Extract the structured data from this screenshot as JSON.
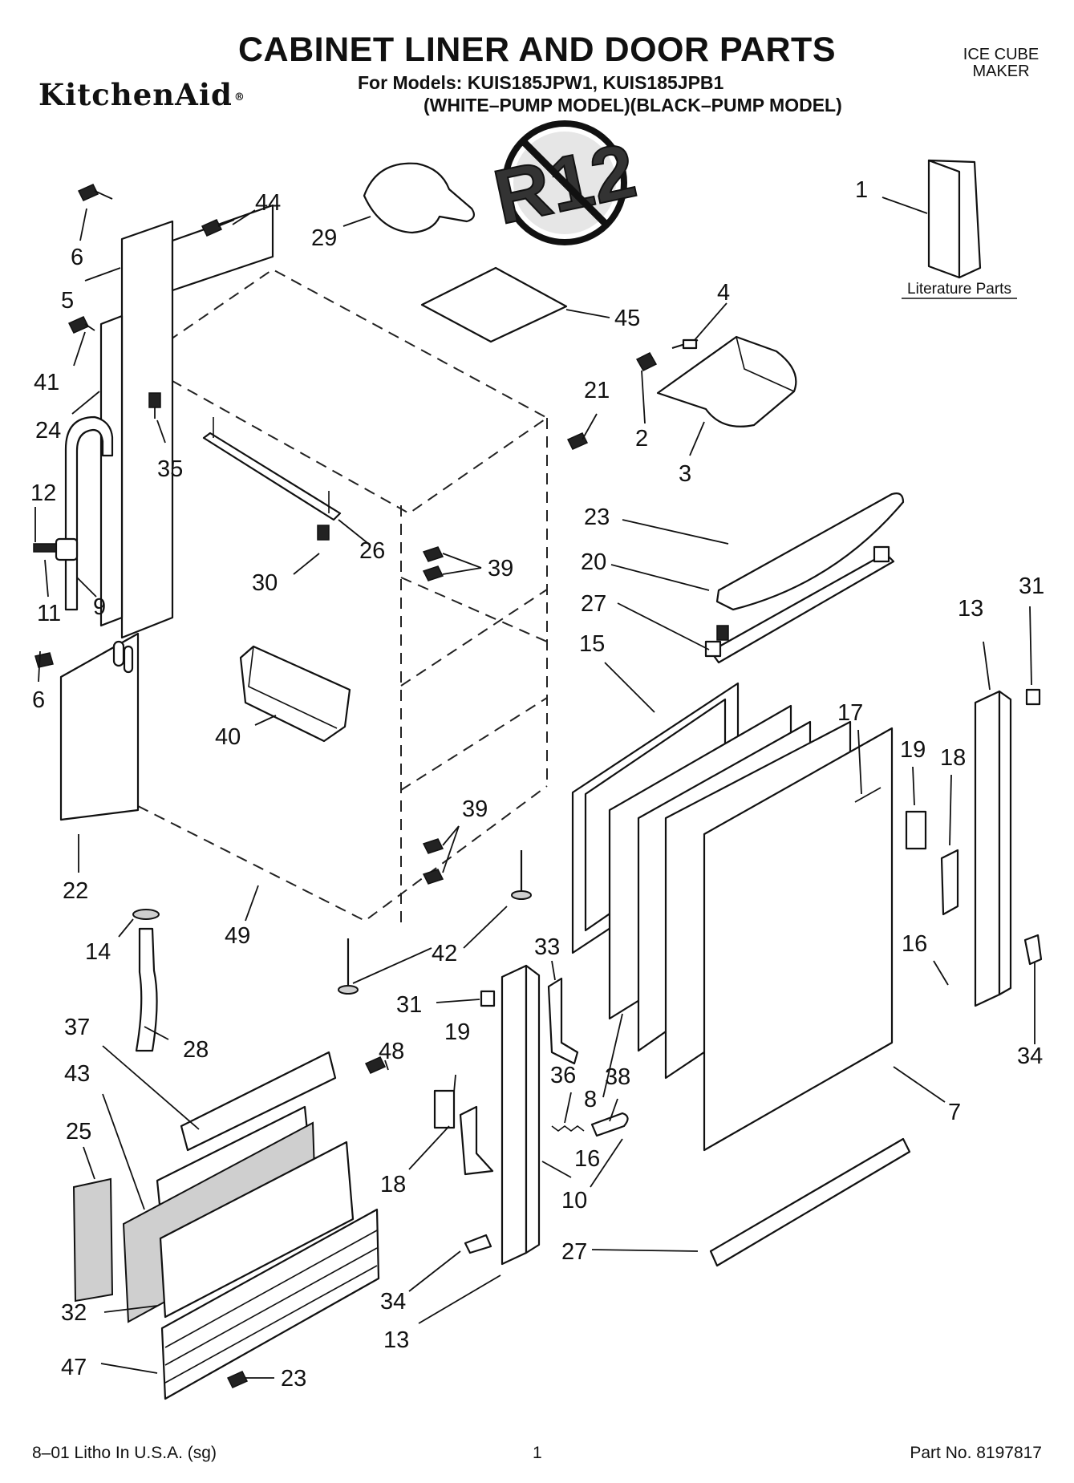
{
  "header": {
    "title": "CABINET LINER AND DOOR PARTS",
    "brand": "KitchenAid",
    "models_line": "For Models: KUIS185JPW1, KUIS185JPB1",
    "variants_line": "(WHITE–PUMP MODEL)(BLACK–PUMP MODEL)",
    "product_type": [
      "ICE CUBE",
      "MAKER"
    ]
  },
  "seal_text": "R12",
  "literature_label": "Literature Parts",
  "part_labels": [
    {
      "id": "p1",
      "text": "1"
    },
    {
      "id": "p44",
      "text": "44"
    },
    {
      "id": "p6a",
      "text": "6"
    },
    {
      "id": "p29",
      "text": "29"
    },
    {
      "id": "p5",
      "text": "5"
    },
    {
      "id": "p45",
      "text": "45"
    },
    {
      "id": "p4",
      "text": "4"
    },
    {
      "id": "p41",
      "text": "41"
    },
    {
      "id": "p21",
      "text": "21"
    },
    {
      "id": "p2",
      "text": "2"
    },
    {
      "id": "p24",
      "text": "24"
    },
    {
      "id": "p35",
      "text": "35"
    },
    {
      "id": "p3",
      "text": "3"
    },
    {
      "id": "p12",
      "text": "12"
    },
    {
      "id": "p23a",
      "text": "23"
    },
    {
      "id": "p26",
      "text": "26"
    },
    {
      "id": "p20",
      "text": "20"
    },
    {
      "id": "p30",
      "text": "30"
    },
    {
      "id": "p39a",
      "text": "39"
    },
    {
      "id": "p11",
      "text": "11"
    },
    {
      "id": "p9",
      "text": "9"
    },
    {
      "id": "p27a",
      "text": "27"
    },
    {
      "id": "p13a",
      "text": "13"
    },
    {
      "id": "p31a",
      "text": "31"
    },
    {
      "id": "p15",
      "text": "15"
    },
    {
      "id": "p6b",
      "text": "6"
    },
    {
      "id": "p40",
      "text": "40"
    },
    {
      "id": "p17",
      "text": "17"
    },
    {
      "id": "p19a",
      "text": "19"
    },
    {
      "id": "p18a",
      "text": "18"
    },
    {
      "id": "p39b",
      "text": "39"
    },
    {
      "id": "p22",
      "text": "22"
    },
    {
      "id": "p14",
      "text": "14"
    },
    {
      "id": "p49",
      "text": "49"
    },
    {
      "id": "p42",
      "text": "42"
    },
    {
      "id": "p16a",
      "text": "16"
    },
    {
      "id": "p33",
      "text": "33"
    },
    {
      "id": "p31b",
      "text": "31"
    },
    {
      "id": "p37",
      "text": "37"
    },
    {
      "id": "p28",
      "text": "28"
    },
    {
      "id": "p19b",
      "text": "19"
    },
    {
      "id": "p43",
      "text": "43"
    },
    {
      "id": "p48",
      "text": "48"
    },
    {
      "id": "p34a",
      "text": "34"
    },
    {
      "id": "p36",
      "text": "36"
    },
    {
      "id": "p8",
      "text": "8"
    },
    {
      "id": "p38",
      "text": "38"
    },
    {
      "id": "p7",
      "text": "7"
    },
    {
      "id": "p25",
      "text": "25"
    },
    {
      "id": "p18b",
      "text": "18"
    },
    {
      "id": "p16b",
      "text": "16"
    },
    {
      "id": "p10",
      "text": "10"
    },
    {
      "id": "p27b",
      "text": "27"
    },
    {
      "id": "p32",
      "text": "32"
    },
    {
      "id": "p34b",
      "text": "34"
    },
    {
      "id": "p47",
      "text": "47"
    },
    {
      "id": "p13b",
      "text": "13"
    },
    {
      "id": "p23b",
      "text": "23"
    }
  ],
  "footer": {
    "left": "8–01 Litho In U.S.A. (sg)",
    "page": "1",
    "right": "Part No. 8197817"
  }
}
